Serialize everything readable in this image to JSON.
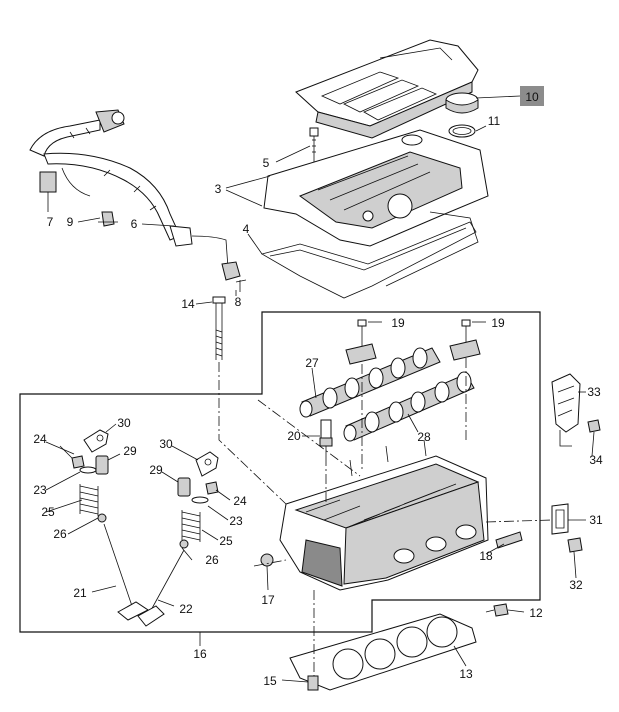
{
  "callouts": [
    {
      "id": "c1",
      "text": "10",
      "highlight": true
    },
    {
      "id": "c2",
      "text": "11"
    },
    {
      "id": "c3",
      "text": "5"
    },
    {
      "id": "c4",
      "text": "3"
    },
    {
      "id": "c5",
      "text": "4"
    },
    {
      "id": "c6",
      "text": "7"
    },
    {
      "id": "c7",
      "text": "9"
    },
    {
      "id": "c8",
      "text": "6"
    },
    {
      "id": "c9",
      "text": "8"
    },
    {
      "id": "c10",
      "text": "14"
    },
    {
      "id": "c11",
      "text": "19"
    },
    {
      "id": "c12",
      "text": "19"
    },
    {
      "id": "c13",
      "text": "27"
    },
    {
      "id": "c14",
      "text": "33"
    },
    {
      "id": "c15",
      "text": "30"
    },
    {
      "id": "c16",
      "text": "24"
    },
    {
      "id": "c17",
      "text": "29"
    },
    {
      "id": "c18",
      "text": "20"
    },
    {
      "id": "c19",
      "text": "28"
    },
    {
      "id": "c20",
      "text": "34"
    },
    {
      "id": "c21",
      "text": "30"
    },
    {
      "id": "c22",
      "text": "23"
    },
    {
      "id": "c23",
      "text": "29"
    },
    {
      "id": "c24",
      "text": "25"
    },
    {
      "id": "c25",
      "text": "24"
    },
    {
      "id": "c26",
      "text": "26"
    },
    {
      "id": "c27",
      "text": "23"
    },
    {
      "id": "c28",
      "text": "25"
    },
    {
      "id": "c29",
      "text": "31"
    },
    {
      "id": "c30",
      "text": "26"
    },
    {
      "id": "c31",
      "text": "18"
    },
    {
      "id": "c32",
      "text": "32"
    },
    {
      "id": "c33",
      "text": "21"
    },
    {
      "id": "c34",
      "text": "22"
    },
    {
      "id": "c35",
      "text": "17"
    },
    {
      "id": "c36",
      "text": "12"
    },
    {
      "id": "c37",
      "text": "16"
    },
    {
      "id": "c38",
      "text": "13"
    },
    {
      "id": "c39",
      "text": "15"
    }
  ],
  "colors": {
    "line": "#111111",
    "highlight_box": "#8c8c8c",
    "background": "#ffffff"
  }
}
